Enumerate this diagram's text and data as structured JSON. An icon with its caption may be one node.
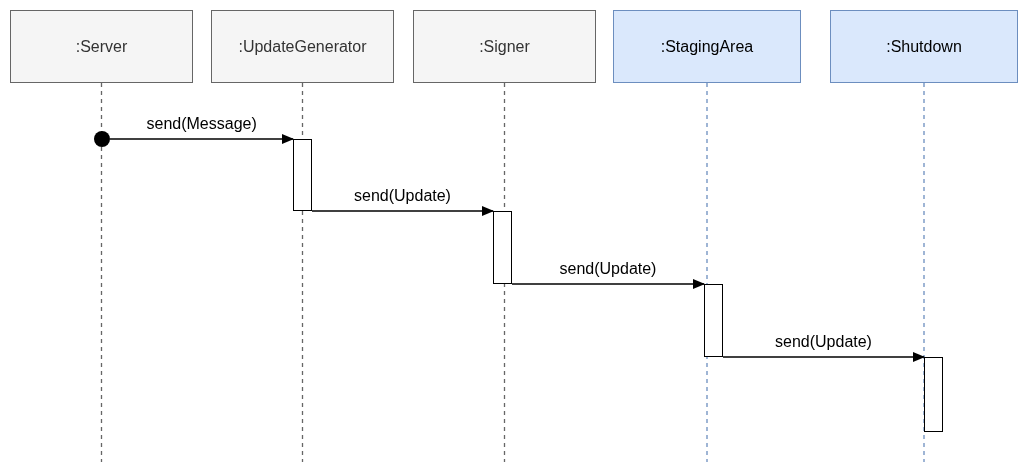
{
  "diagram": {
    "nodes": [
      {
        "text": [
          ":Server"
        ]
      },
      {
        "text": [
          ":UpdateGenerator"
        ]
      },
      {
        "text": [
          ":Signer"
        ]
      },
      {
        "text": [
          ":StagingArea"
        ]
      },
      {
        "text": [
          ":Shutdown"
        ]
      },
      {
        "text": [],
        "shape": "circle"
      },
      {
        "text": [],
        "shape": "bar"
      },
      {
        "text": [],
        "shape": "bar"
      },
      {
        "text": [],
        "shape": "bar"
      },
      {
        "text": [],
        "shape": "bar"
      }
    ],
    "edges": [
      {
        "from": 5,
        "to": 6,
        "arrow": "to",
        "label": "send(Message)"
      },
      {
        "from": 6,
        "to": 7,
        "arrow": "to",
        "label": "send(Update)"
      },
      {
        "from": 7,
        "to": 8,
        "arrow": "to",
        "label": "send(Update)"
      },
      {
        "from": 8,
        "to": 9,
        "arrow": "to",
        "label": "send(Update)"
      }
    ]
  }
}
